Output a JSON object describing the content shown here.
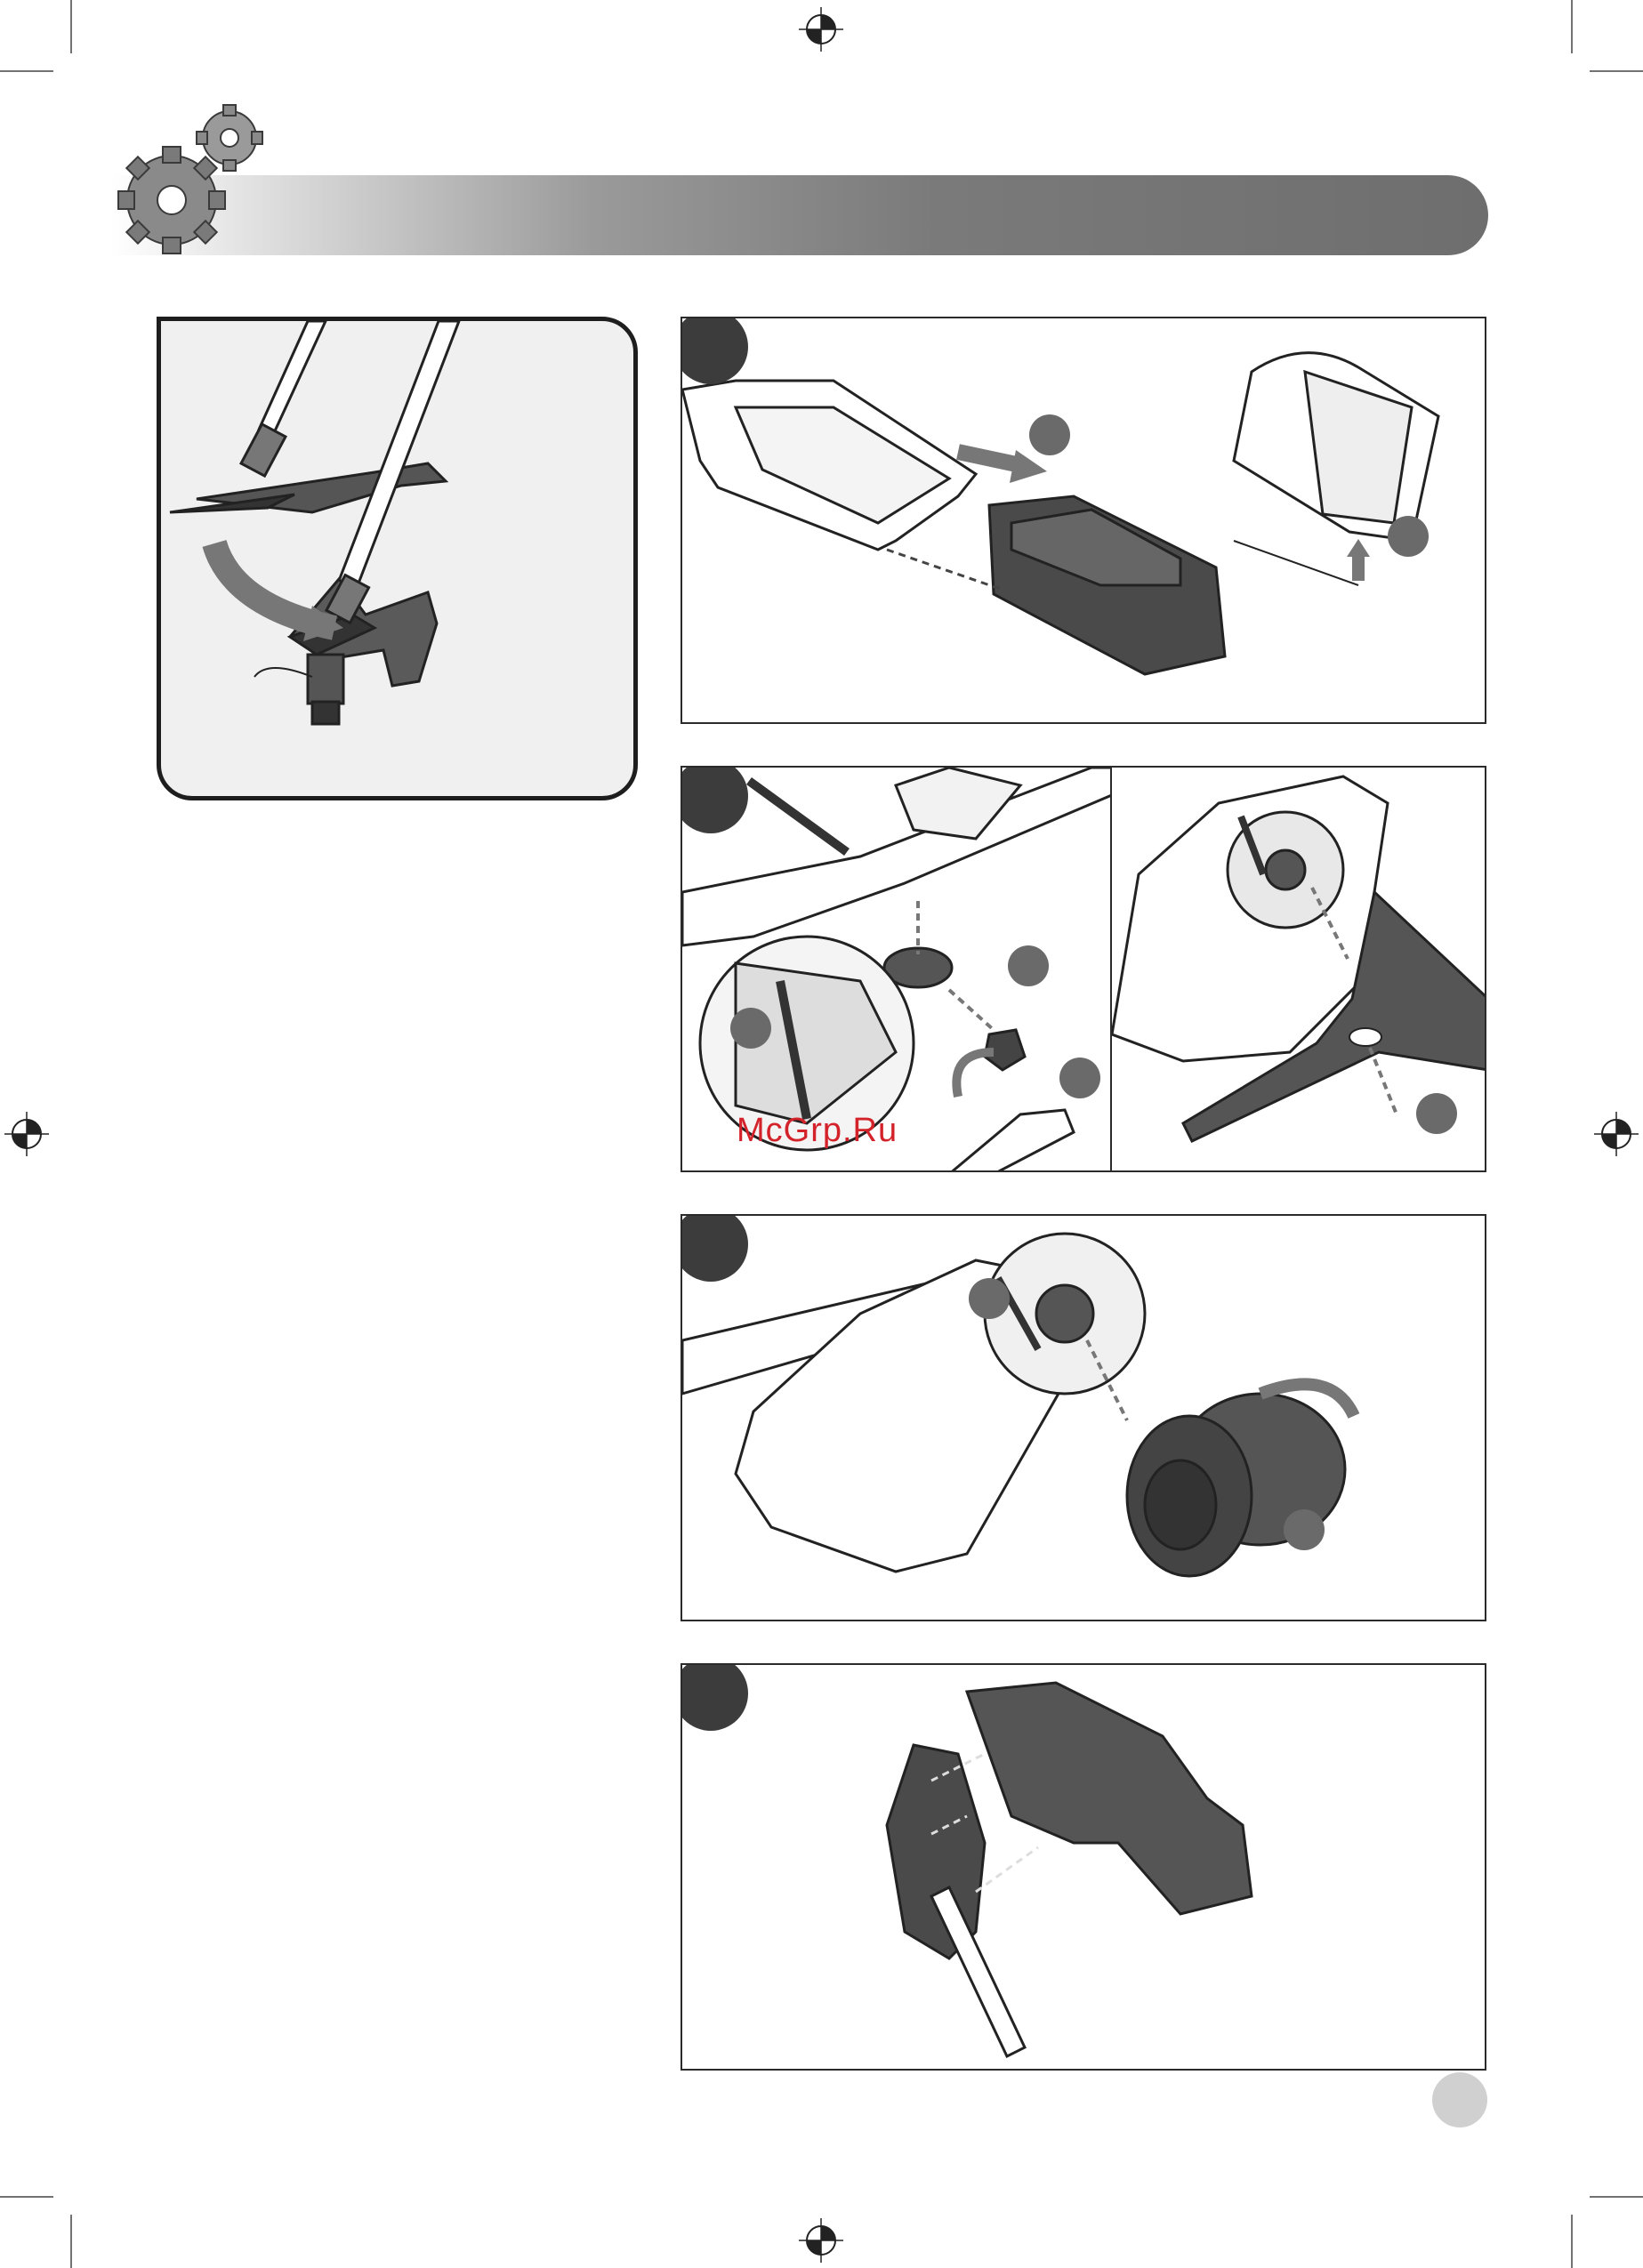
{
  "watermark": {
    "text": "McGrp.Ru"
  },
  "colors": {
    "step_disc": "#3c3c3c",
    "callout": "#6a6a6a",
    "watermark": "#d4222a",
    "header_bar": "#7a7a7a",
    "panel_border": "#2b2b2b"
  },
  "icons": {
    "header": "gears-icon",
    "registration_mark": "crosshair-target-icon"
  },
  "panels": [
    {
      "id": "overview",
      "illustration": "trimmer-head-swap"
    },
    {
      "id": "battery",
      "illustration": "battery-insertion",
      "callouts": 2
    },
    {
      "id": "blade-removal",
      "illustration": "blade-nut-removal",
      "callouts": 3
    },
    {
      "id": "blade-detail",
      "illustration": "three-tooth-blade",
      "callouts": 1
    },
    {
      "id": "spool-mount",
      "illustration": "line-spool-attach",
      "callouts": 1
    },
    {
      "id": "guard-mount",
      "illustration": "guard-attach",
      "callouts": 0
    }
  ]
}
